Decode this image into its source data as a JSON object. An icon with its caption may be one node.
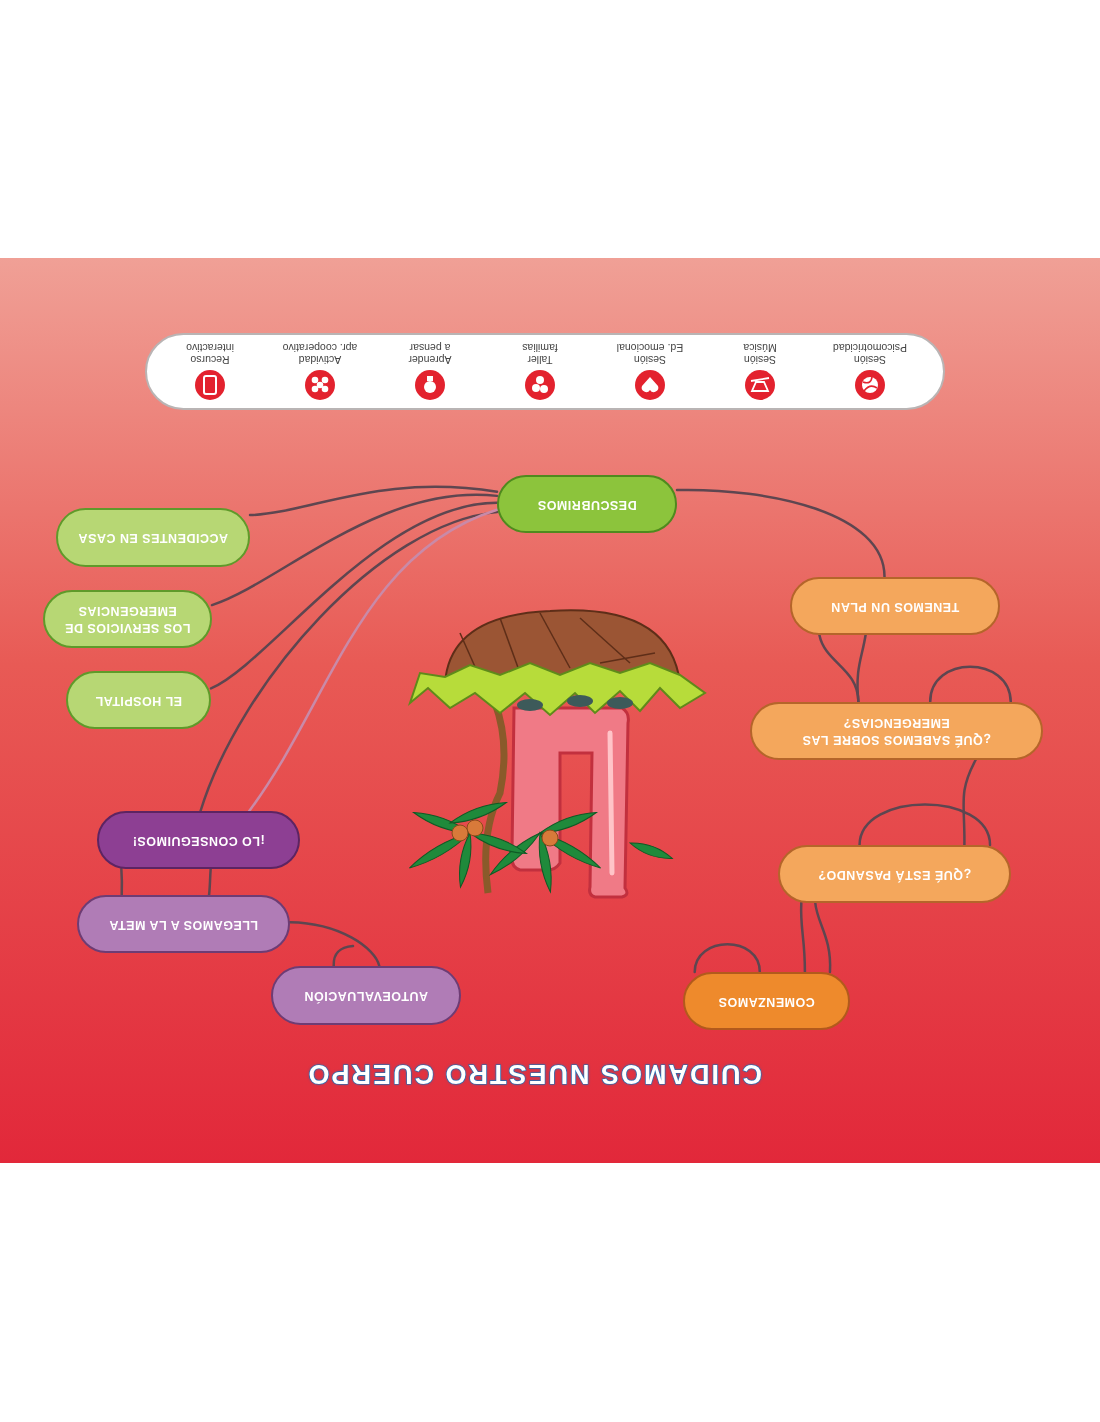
{
  "diagram": {
    "title": "CUIDAMOS NUESTRO CUERPO",
    "nodes": [
      {
        "text": [
          "COMENZAMOS"
        ]
      },
      {
        "text": [
          "¿QUÉ ESTÁ PASANDO?"
        ]
      },
      {
        "text": [
          "¿QUÉ SABEMOS SOBRE LAS EMERGENCIAS?"
        ]
      },
      {
        "text": [
          "TENEMOS UN PLAN"
        ]
      },
      {
        "text": [
          "DESCUBRIMOS"
        ]
      },
      {
        "text": [
          "ACCIDENTES EN CASA"
        ]
      },
      {
        "text": [
          "LOS SERVICIOS DE EMERGENCIAS"
        ]
      },
      {
        "text": [
          "EL HOSPITAL"
        ]
      },
      {
        "text": [
          "¡LO CONSEGUIMOS!"
        ]
      },
      {
        "text": [
          "LLEGAMOS A LA META"
        ]
      },
      {
        "text": [
          "AUTOEVALUACIÓN"
        ]
      }
    ],
    "edges": [
      {
        "from": 0,
        "to": 1,
        "arrow": "none"
      },
      {
        "from": 0,
        "to": 1,
        "arrow": "none"
      },
      {
        "from": 0,
        "to": 0,
        "arrow": "none"
      },
      {
        "from": 1,
        "to": 2,
        "arrow": "none"
      },
      {
        "from": 1,
        "to": 1,
        "arrow": "none"
      },
      {
        "from": 2,
        "to": 3,
        "arrow": "none"
      },
      {
        "from": 2,
        "to": 3,
        "arrow": "none"
      },
      {
        "from": 2,
        "to": 2,
        "arrow": "none"
      },
      {
        "from": 3,
        "to": 4,
        "arrow": "none"
      },
      {
        "from": 4,
        "to": 5,
        "arrow": "none"
      },
      {
        "from": 4,
        "to": 6,
        "arrow": "none"
      },
      {
        "from": 4,
        "to": 7,
        "arrow": "none"
      },
      {
        "from": 4,
        "to": 8,
        "arrow": "none"
      },
      {
        "from": 4,
        "to": 8,
        "arrow": "none",
        "color": "#c98aa8"
      },
      {
        "from": 8,
        "to": 9,
        "arrow": "none"
      },
      {
        "from": 8,
        "to": 9,
        "arrow": "none"
      },
      {
        "from": 9,
        "to": 10,
        "arrow": "none"
      },
      {
        "from": 10,
        "to": null,
        "arrow": "none"
      }
    ],
    "legend": [
      {
        "text": "Sesión Psicomotricidad"
      },
      {
        "text": "Sesión Música"
      },
      {
        "text": "Sesión Ed. emocional"
      },
      {
        "text": "Taller familias"
      },
      {
        "text": "Aprender a pensar"
      },
      {
        "text": "Actividad apr. cooperativo"
      },
      {
        "text": "Recurso interactivo"
      }
    ]
  }
}
